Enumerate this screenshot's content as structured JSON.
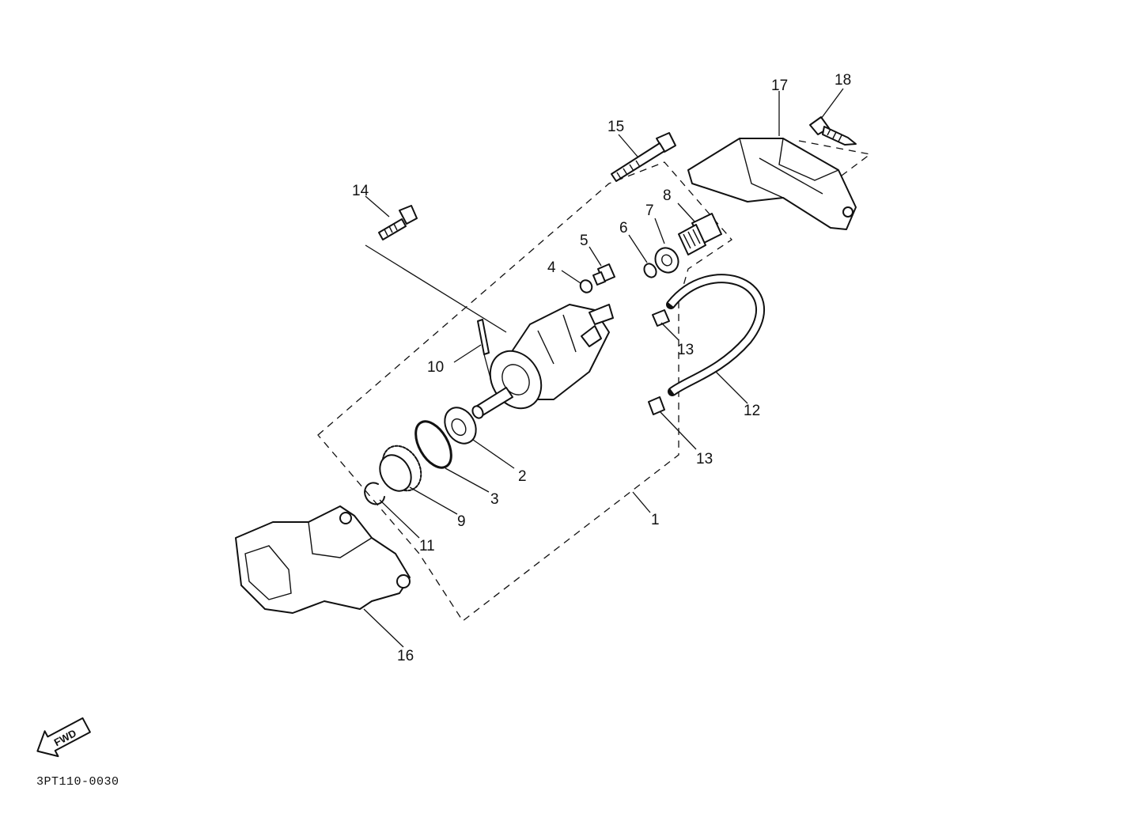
{
  "callouts": {
    "c1": "1",
    "c2": "2",
    "c3": "3",
    "c4": "4",
    "c5": "5",
    "c6": "6",
    "c7": "7",
    "c8": "8",
    "c9": "9",
    "c10": "10",
    "c11": "11",
    "c12": "12",
    "c13a": "13",
    "c13b": "13",
    "c14": "14",
    "c15": "15",
    "c16": "16",
    "c17": "17",
    "c18": "18"
  },
  "fwd_label": "FWD",
  "diagram_code": "3PT110-0030",
  "icons": {
    "forward_arrow": "fwd-arrow-icon"
  }
}
